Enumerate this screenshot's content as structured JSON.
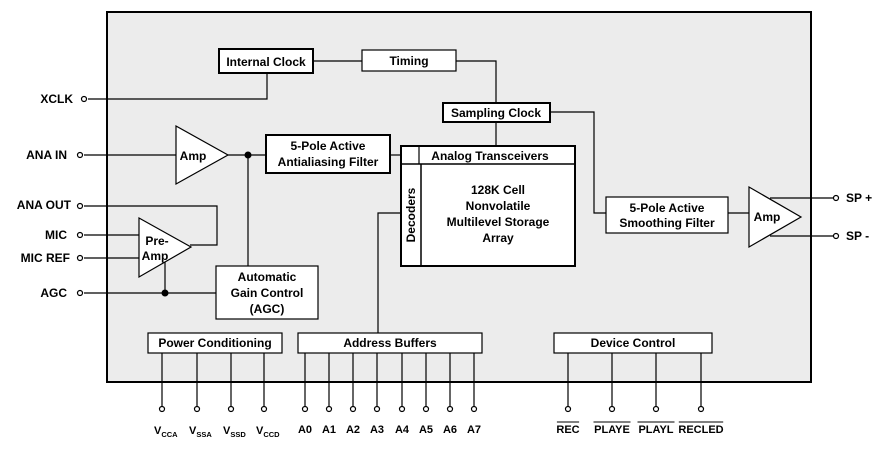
{
  "blocks": {
    "internal_clock": "Internal Clock",
    "timing": "Timing",
    "sampling_clock": "Sampling Clock",
    "antialiasing_filter": [
      "5-Pole Active",
      "Antialiasing Filter"
    ],
    "analog_transceivers": "Analog Transceivers",
    "decoders": "Decoders",
    "storage_array": [
      "128K Cell",
      "Nonvolatile",
      "Multilevel Storage",
      "Array"
    ],
    "smoothing_filter": [
      "5-Pole Active",
      "Smoothing Filter"
    ],
    "amp_in": "Amp",
    "amp_out": "Amp",
    "preamp": [
      "Pre-",
      "Amp"
    ],
    "agc": [
      "Automatic",
      "Gain Control",
      "(AGC)"
    ],
    "power_conditioning": "Power Conditioning",
    "address_buffers": "Address Buffers",
    "device_control": "Device Control"
  },
  "left_pins": {
    "xclk": "XCLK",
    "ana_in": "ANA IN",
    "ana_out": "ANA OUT",
    "mic": "MIC",
    "mic_ref": "MIC REF",
    "agc": "AGC"
  },
  "right_pins": {
    "sp_plus": "SP +",
    "sp_minus": "SP -"
  },
  "power_pins": [
    {
      "main": "V",
      "sub": "CCA"
    },
    {
      "main": "V",
      "sub": "SSA"
    },
    {
      "main": "V",
      "sub": "SSD"
    },
    {
      "main": "V",
      "sub": "CCD"
    }
  ],
  "address_pins": [
    "A0",
    "A1",
    "A2",
    "A3",
    "A4",
    "A5",
    "A6",
    "A7"
  ],
  "control_pins": [
    "REC",
    "PLAYE",
    "PLAYL",
    "RECLED"
  ]
}
